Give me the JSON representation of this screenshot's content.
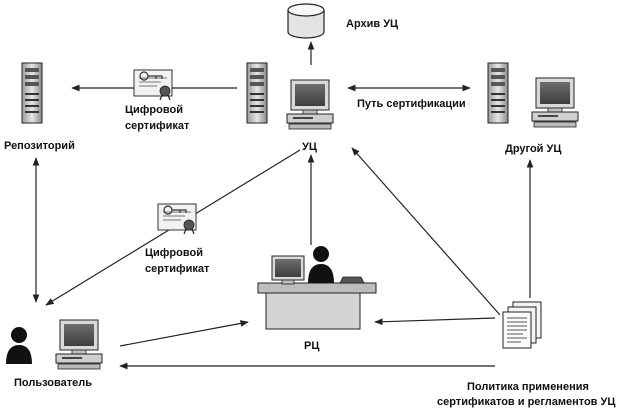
{
  "nodes": {
    "archive": "Архив УЦ",
    "ca": "УЦ",
    "repository": "Репозиторий",
    "other_ca": "Другой УЦ",
    "ra": "РЦ",
    "user": "Пользователь",
    "policy_line1": "Политика применения",
    "policy_line2": "сертификатов и регламентов УЦ"
  },
  "edge_labels": {
    "cert_path": "Путь сертификации",
    "cert_top_line1": "Цифровой",
    "cert_top_line2": "сертификат",
    "cert_mid_line1": "Цифровой",
    "cert_mid_line2": "сертификат"
  },
  "icons": {
    "database": "database-icon",
    "server": "server-tower-icon",
    "workstation": "computer-monitor-icon",
    "person": "person-icon",
    "certificate": "certificate-icon",
    "documents": "document-stack-icon"
  }
}
